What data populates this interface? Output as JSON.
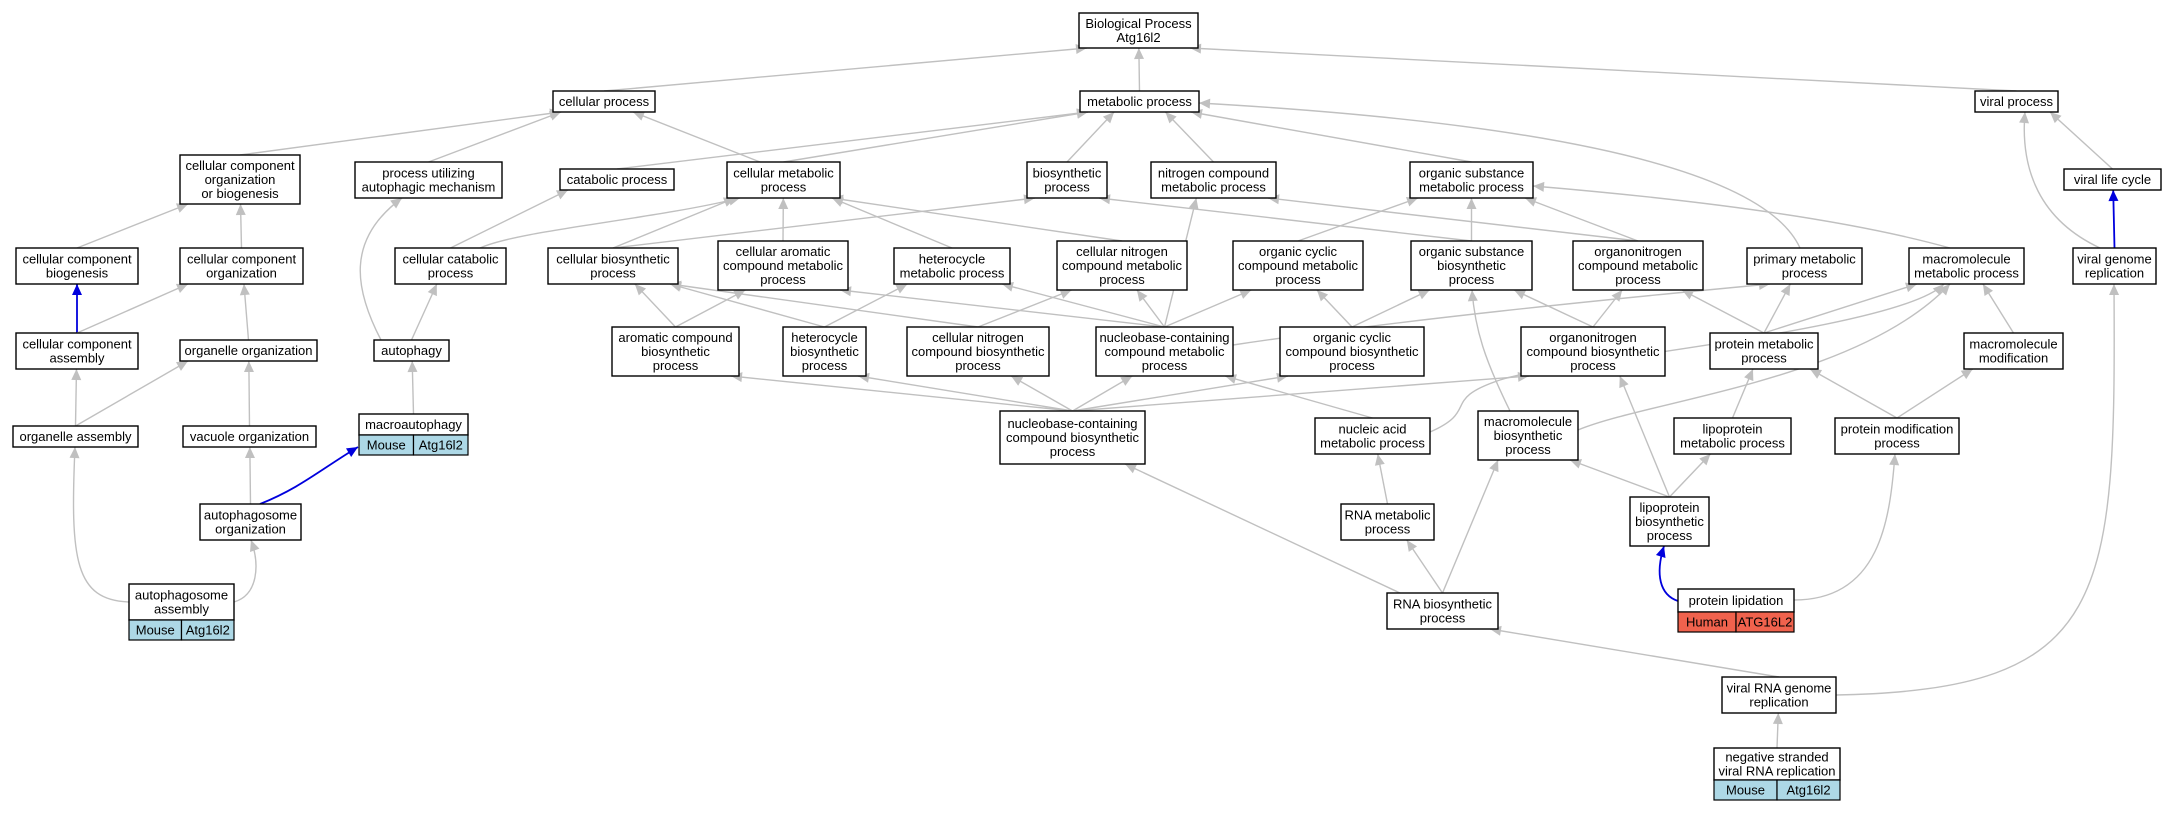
{
  "colors": {
    "edge": "#c0c0c0",
    "direct_edge": "#0000dd",
    "mouse_tag": "#add8e6",
    "human_tag": "#f0624d",
    "node_border": "#000000",
    "node_fill": "#ffffff"
  },
  "nodes": {
    "root": [
      "Biological Process",
      "Atg16l2"
    ],
    "cellular_process": [
      "cellular process"
    ],
    "metabolic_process": [
      "metabolic process"
    ],
    "viral_process": [
      "viral process"
    ],
    "cco_biogenesis": [
      "cellular component",
      "organization",
      "or biogenesis"
    ],
    "process_utilizing": [
      "process utilizing",
      "autophagic mechanism"
    ],
    "catabolic_process": [
      "catabolic process"
    ],
    "cellular_metabolic": [
      "cellular metabolic",
      "process"
    ],
    "biosynthetic": [
      "biosynthetic",
      "process"
    ],
    "nitrogen_compound_metabolic": [
      "nitrogen compound",
      "metabolic process"
    ],
    "organic_substance_metabolic": [
      "organic substance",
      "metabolic process"
    ],
    "viral_life_cycle": [
      "viral life cycle"
    ],
    "cc_biogenesis": [
      "cellular component",
      "biogenesis"
    ],
    "cc_organization": [
      "cellular component",
      "organization"
    ],
    "cellular_catabolic": [
      "cellular catabolic",
      "process"
    ],
    "cellular_biosynthetic": [
      "cellular biosynthetic",
      "process"
    ],
    "cellular_aromatic": [
      "cellular aromatic",
      "compound metabolic",
      "process"
    ],
    "heterocycle_metabolic": [
      "heterocycle",
      "metabolic process"
    ],
    "cellular_nitrogen_metabolic": [
      "cellular nitrogen",
      "compound metabolic",
      "process"
    ],
    "organic_cyclic_metabolic": [
      "organic cyclic",
      "compound metabolic",
      "process"
    ],
    "organic_substance_biosynthetic": [
      "organic substance",
      "biosynthetic",
      "process"
    ],
    "organonitrogen_metabolic": [
      "organonitrogen",
      "compound metabolic",
      "process"
    ],
    "primary_metabolic": [
      "primary metabolic",
      "process"
    ],
    "macromolecule_metabolic": [
      "macromolecule",
      "metabolic process"
    ],
    "viral_genome_replication": [
      "viral genome",
      "replication"
    ],
    "cc_assembly": [
      "cellular component",
      "assembly"
    ],
    "organelle_organization": [
      "organelle organization"
    ],
    "autophagy": [
      "autophagy"
    ],
    "aromatic_biosynthetic": [
      "aromatic compound",
      "biosynthetic",
      "process"
    ],
    "heterocycle_biosynthetic": [
      "heterocycle",
      "biosynthetic",
      "process"
    ],
    "cellular_nitrogen_biosynthetic": [
      "cellular nitrogen",
      "compound biosynthetic",
      "process"
    ],
    "nucleobase_metabolic": [
      "nucleobase-containing",
      "compound metabolic",
      "process"
    ],
    "organic_cyclic_biosynthetic": [
      "organic cyclic",
      "compound biosynthetic",
      "process"
    ],
    "organonitrogen_biosynthetic": [
      "organonitrogen",
      "compound biosynthetic",
      "process"
    ],
    "protein_metabolic": [
      "protein metabolic",
      "process"
    ],
    "macromolecule_modification": [
      "macromolecule",
      "modification"
    ],
    "organelle_assembly": [
      "organelle assembly"
    ],
    "vacuole_organization": [
      "vacuole organization"
    ],
    "macroautophagy": [
      "macroautophagy"
    ],
    "nucleobase_biosynthetic": [
      "nucleobase-containing",
      "compound biosynthetic",
      "process"
    ],
    "nucleic_acid_metabolic": [
      "nucleic acid",
      "metabolic process"
    ],
    "macromolecule_biosynthetic": [
      "macromolecule",
      "biosynthetic",
      "process"
    ],
    "lipoprotein_metabolic": [
      "lipoprotein",
      "metabolic process"
    ],
    "protein_modification": [
      "protein modification",
      "process"
    ],
    "autophagosome_organization": [
      "autophagosome",
      "organization"
    ],
    "rna_metabolic": [
      "RNA metabolic",
      "process"
    ],
    "lipoprotein_biosynthetic": [
      "lipoprotein",
      "biosynthetic",
      "process"
    ],
    "autophagosome_assembly": [
      "autophagosome",
      "assembly"
    ],
    "rna_biosynthetic": [
      "RNA biosynthetic",
      "process"
    ],
    "protein_lipidation": [
      "protein lipidation"
    ],
    "viral_rna_genome_replication": [
      "viral RNA genome",
      "replication"
    ],
    "negative_stranded": [
      "negative stranded",
      "viral RNA replication"
    ]
  },
  "annotations": {
    "macroautophagy": [
      "Mouse",
      "Atg16l2"
    ],
    "autophagosome_assembly": [
      "Mouse",
      "Atg16l2"
    ],
    "protein_lipidation": [
      "Human",
      "ATG16L2"
    ],
    "negative_stranded": [
      "Mouse",
      "Atg16l2"
    ]
  },
  "edges": [
    [
      "cellular_process",
      "root",
      "grey"
    ],
    [
      "metabolic_process",
      "root",
      "grey"
    ],
    [
      "viral_process",
      "root",
      "grey"
    ],
    [
      "cco_biogenesis",
      "cellular_process",
      "grey"
    ],
    [
      "process_utilizing",
      "cellular_process",
      "grey"
    ],
    [
      "cellular_metabolic",
      "cellular_process",
      "grey"
    ],
    [
      "catabolic_process",
      "metabolic_process",
      "grey"
    ],
    [
      "cellular_metabolic",
      "metabolic_process",
      "grey"
    ],
    [
      "biosynthetic",
      "metabolic_process",
      "grey"
    ],
    [
      "nitrogen_compound_metabolic",
      "metabolic_process",
      "grey"
    ],
    [
      "organic_substance_metabolic",
      "metabolic_process",
      "grey"
    ],
    [
      "primary_metabolic",
      "metabolic_process",
      "grey"
    ],
    [
      "viral_life_cycle",
      "viral_process",
      "grey"
    ],
    [
      "viral_genome_replication",
      "viral_process",
      "grey"
    ],
    [
      "cc_biogenesis",
      "cco_biogenesis",
      "grey"
    ],
    [
      "cc_organization",
      "cco_biogenesis",
      "grey"
    ],
    [
      "cellular_catabolic",
      "catabolic_process",
      "grey"
    ],
    [
      "cellular_catabolic",
      "cellular_metabolic",
      "grey"
    ],
    [
      "cellular_biosynthetic",
      "cellular_metabolic",
      "grey"
    ],
    [
      "cellular_aromatic",
      "cellular_metabolic",
      "grey"
    ],
    [
      "heterocycle_metabolic",
      "cellular_metabolic",
      "grey"
    ],
    [
      "cellular_nitrogen_metabolic",
      "cellular_metabolic",
      "grey"
    ],
    [
      "cellular_biosynthetic",
      "biosynthetic",
      "grey"
    ],
    [
      "organic_substance_biosynthetic",
      "biosynthetic",
      "grey"
    ],
    [
      "nucleobase_metabolic",
      "nitrogen_compound_metabolic",
      "grey"
    ],
    [
      "organonitrogen_metabolic",
      "nitrogen_compound_metabolic",
      "grey"
    ],
    [
      "organic_cyclic_metabolic",
      "organic_substance_metabolic",
      "grey"
    ],
    [
      "organic_substance_biosynthetic",
      "organic_substance_metabolic",
      "grey"
    ],
    [
      "organonitrogen_metabolic",
      "organic_substance_metabolic",
      "grey"
    ],
    [
      "macromolecule_metabolic",
      "organic_substance_metabolic",
      "grey"
    ],
    [
      "viral_genome_replication",
      "viral_life_cycle",
      "blue"
    ],
    [
      "cc_assembly",
      "cc_biogenesis",
      "blue"
    ],
    [
      "cc_assembly",
      "cc_organization",
      "grey"
    ],
    [
      "organelle_organization",
      "cc_organization",
      "grey"
    ],
    [
      "autophagy",
      "cellular_catabolic",
      "grey"
    ],
    [
      "autophagy",
      "process_utilizing",
      "grey"
    ],
    [
      "aromatic_biosynthetic",
      "cellular_biosynthetic",
      "grey"
    ],
    [
      "heterocycle_biosynthetic",
      "cellular_biosynthetic",
      "grey"
    ],
    [
      "cellular_nitrogen_biosynthetic",
      "cellular_biosynthetic",
      "grey"
    ],
    [
      "aromatic_biosynthetic",
      "cellular_aromatic",
      "grey"
    ],
    [
      "heterocycle_biosynthetic",
      "heterocycle_metabolic",
      "grey"
    ],
    [
      "cellular_nitrogen_biosynthetic",
      "cellular_nitrogen_metabolic",
      "grey"
    ],
    [
      "nucleobase_metabolic",
      "cellular_nitrogen_metabolic",
      "grey"
    ],
    [
      "nucleobase_metabolic",
      "cellular_aromatic",
      "grey"
    ],
    [
      "nucleobase_metabolic",
      "heterocycle_metabolic",
      "grey"
    ],
    [
      "nucleobase_metabolic",
      "organic_cyclic_metabolic",
      "grey"
    ],
    [
      "nucleobase_metabolic",
      "primary_metabolic",
      "grey"
    ],
    [
      "organic_cyclic_biosynthetic",
      "organic_cyclic_metabolic",
      "grey"
    ],
    [
      "organic_cyclic_biosynthetic",
      "organic_substance_biosynthetic",
      "grey"
    ],
    [
      "organonitrogen_biosynthetic",
      "organic_substance_biosynthetic",
      "grey"
    ],
    [
      "organonitrogen_biosynthetic",
      "organonitrogen_metabolic",
      "grey"
    ],
    [
      "protein_metabolic",
      "organonitrogen_metabolic",
      "grey"
    ],
    [
      "protein_metabolic",
      "primary_metabolic",
      "grey"
    ],
    [
      "protein_metabolic",
      "macromolecule_metabolic",
      "grey"
    ],
    [
      "macromolecule_modification",
      "macromolecule_metabolic",
      "grey"
    ],
    [
      "organelle_assembly",
      "cc_assembly",
      "grey"
    ],
    [
      "organelle_assembly",
      "organelle_organization",
      "grey"
    ],
    [
      "vacuole_organization",
      "organelle_organization",
      "grey"
    ],
    [
      "macroautophagy",
      "autophagy",
      "grey"
    ],
    [
      "nucleobase_biosynthetic",
      "nucleobase_metabolic",
      "grey"
    ],
    [
      "nucleobase_biosynthetic",
      "aromatic_biosynthetic",
      "grey"
    ],
    [
      "nucleobase_biosynthetic",
      "heterocycle_biosynthetic",
      "grey"
    ],
    [
      "nucleobase_biosynthetic",
      "cellular_nitrogen_biosynthetic",
      "grey"
    ],
    [
      "nucleobase_biosynthetic",
      "organic_cyclic_biosynthetic",
      "grey"
    ],
    [
      "nucleobase_biosynthetic",
      "organonitrogen_biosynthetic",
      "grey"
    ],
    [
      "nucleic_acid_metabolic",
      "nucleobase_metabolic",
      "grey"
    ],
    [
      "nucleic_acid_metabolic",
      "macromolecule_metabolic",
      "grey"
    ],
    [
      "macromolecule_biosynthetic",
      "organic_substance_biosynthetic",
      "grey"
    ],
    [
      "macromolecule_biosynthetic",
      "macromolecule_metabolic",
      "grey"
    ],
    [
      "lipoprotein_metabolic",
      "protein_metabolic",
      "grey"
    ],
    [
      "protein_modification",
      "protein_metabolic",
      "grey"
    ],
    [
      "protein_modification",
      "macromolecule_modification",
      "grey"
    ],
    [
      "autophagosome_organization",
      "vacuole_organization",
      "grey"
    ],
    [
      "autophagosome_organization",
      "macroautophagy",
      "blue"
    ],
    [
      "rna_metabolic",
      "nucleic_acid_metabolic",
      "grey"
    ],
    [
      "lipoprotein_biosynthetic",
      "lipoprotein_metabolic",
      "grey"
    ],
    [
      "lipoprotein_biosynthetic",
      "macromolecule_biosynthetic",
      "grey"
    ],
    [
      "lipoprotein_biosynthetic",
      "organonitrogen_biosynthetic",
      "grey"
    ],
    [
      "autophagosome_assembly",
      "organelle_assembly",
      "grey"
    ],
    [
      "autophagosome_assembly",
      "autophagosome_organization",
      "grey"
    ],
    [
      "rna_biosynthetic",
      "rna_metabolic",
      "grey"
    ],
    [
      "rna_biosynthetic",
      "nucleobase_biosynthetic",
      "grey"
    ],
    [
      "rna_biosynthetic",
      "macromolecule_biosynthetic",
      "grey"
    ],
    [
      "protein_lipidation",
      "lipoprotein_biosynthetic",
      "blue"
    ],
    [
      "protein_lipidation",
      "protein_modification",
      "grey"
    ],
    [
      "viral_rna_genome_replication",
      "rna_biosynthetic",
      "grey"
    ],
    [
      "viral_rna_genome_replication",
      "viral_genome_replication",
      "grey"
    ],
    [
      "negative_stranded",
      "viral_rna_genome_replication",
      "grey"
    ]
  ]
}
